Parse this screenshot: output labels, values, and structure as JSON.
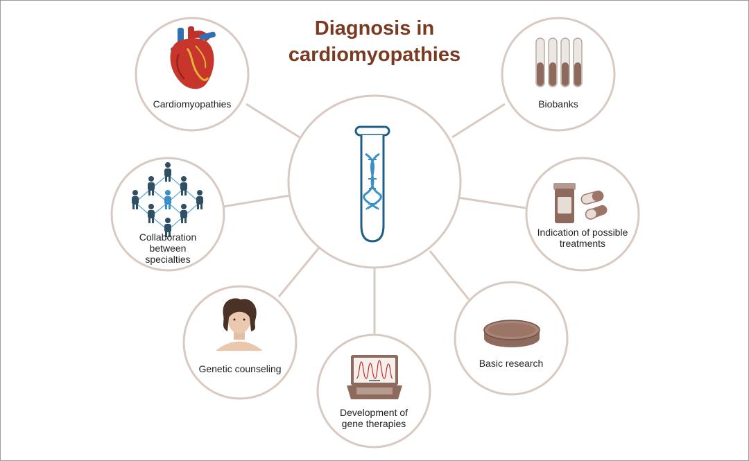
{
  "title": {
    "line1": "Diagnosis in",
    "line2": "cardiomyopathies"
  },
  "colors": {
    "circle_stroke": "#d8c9c1",
    "connector": "#d8c9c1",
    "title": "#7a3a22",
    "dna": "#3a8fc8",
    "tube_outline": "#1f5f86",
    "people": "#2f4f62",
    "brown": "#9c7566"
  },
  "nodes": [
    {
      "id": "cardiomyopathies",
      "label": "Cardiomyopathies",
      "icon": "heart-icon"
    },
    {
      "id": "biobanks",
      "label": "Biobanks",
      "icon": "test-tubes-icon"
    },
    {
      "id": "collaboration",
      "label_lines": [
        "Collaboration",
        "between",
        "specialties"
      ],
      "icon": "people-network-icon"
    },
    {
      "id": "treatments",
      "label_lines": [
        "Indication of possible",
        "treatments"
      ],
      "icon": "pills-icon"
    },
    {
      "id": "counseling",
      "label": "Genetic counseling",
      "icon": "person-icon"
    },
    {
      "id": "research",
      "label": "Basic research",
      "icon": "petri-dish-icon"
    },
    {
      "id": "gene-therapies",
      "label_lines": [
        "Development of",
        "gene therapies"
      ],
      "icon": "laptop-icon"
    }
  ],
  "center_icon": "dna-test-tube-icon"
}
